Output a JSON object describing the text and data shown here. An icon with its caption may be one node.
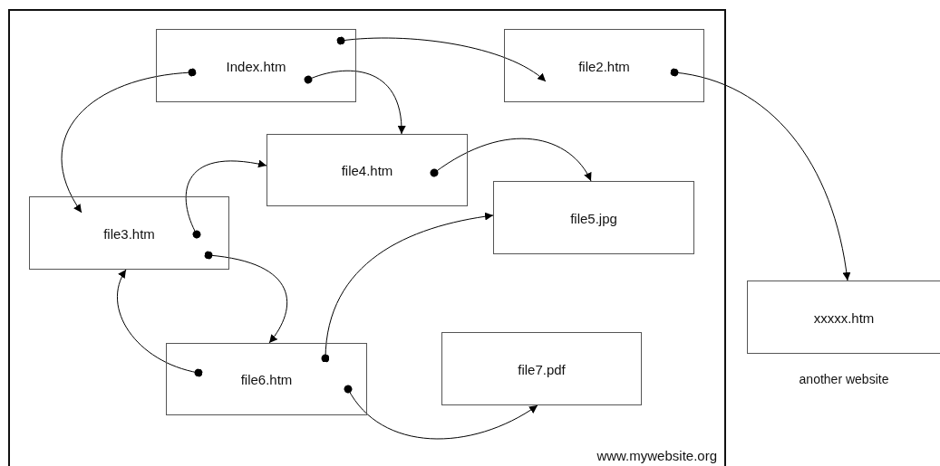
{
  "diagram": {
    "nodes": [
      {
        "text": [
          "www.mywebsite.org"
        ]
      },
      {
        "text": [
          "Index.htm"
        ],
        "in": 0
      },
      {
        "text": [
          "file2.htm"
        ],
        "in": 0
      },
      {
        "text": [
          "file4.htm"
        ],
        "in": 0
      },
      {
        "text": [
          "file3.htm"
        ],
        "in": 0
      },
      {
        "text": [
          "file5.jpg"
        ],
        "in": 0
      },
      {
        "text": [
          "file6.htm"
        ],
        "in": 0
      },
      {
        "text": [
          "file7.pdf"
        ],
        "in": 0
      },
      {
        "text": [
          "xxxxx.htm"
        ],
        "beside": [
          "another website"
        ]
      }
    ],
    "edges": [
      {
        "from": 1,
        "to": 2,
        "arrow": "to"
      },
      {
        "from": 1,
        "to": 4,
        "arrow": "to"
      },
      {
        "from": 1,
        "to": 3,
        "arrow": "to"
      },
      {
        "from": 2,
        "to": 8,
        "arrow": "to"
      },
      {
        "from": 3,
        "to": 5,
        "arrow": "to"
      },
      {
        "from": 4,
        "to": 3,
        "arrow": "to"
      },
      {
        "from": 4,
        "to": 6,
        "arrow": "to"
      },
      {
        "from": 6,
        "to": 4,
        "arrow": "to"
      },
      {
        "from": 6,
        "to": 5,
        "arrow": "to"
      },
      {
        "from": 6,
        "to": 7,
        "arrow": "to"
      }
    ]
  }
}
